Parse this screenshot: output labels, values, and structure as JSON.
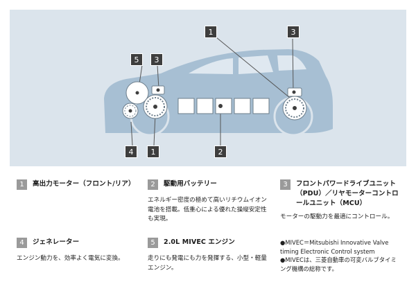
{
  "components": [
    {
      "num": "1",
      "title": "高出力モーター（フロント/リア）",
      "desc": ""
    },
    {
      "num": "2",
      "title": "駆動用バッテリー",
      "desc": "エネルギー密度の極めて高いリチウムイオン電池を搭載。低重心による優れた操縦安定性も実現。"
    },
    {
      "num": "3",
      "title": "フロントパワードライブユニット（PDU）／リヤモーターコントロールユニット（MCU）",
      "desc": "モーターの駆動力を最適にコントロール。"
    },
    {
      "num": "4",
      "title": "ジェネレーター",
      "desc": "エンジン動力を、効率よく電気に変換。"
    },
    {
      "num": "5",
      "title": "2.0L MIVEC エンジン",
      "desc": "走りにも発電にも力を発揮する、小型・軽量エンジン。"
    }
  ],
  "notes": [
    "●MIVEC＝Mitsubishi Innovative Valve timing Electronic Control system",
    "●MIVECは、三菱自動車の可変バルブタイミング機構の総称です。"
  ],
  "colors": {
    "diagram_bg": "#dbe4ec",
    "car_body": "#a7bfd3",
    "component_white": "#ffffff",
    "callout_dark": "#3e3e3e",
    "number_box": "#9a9a9a"
  }
}
